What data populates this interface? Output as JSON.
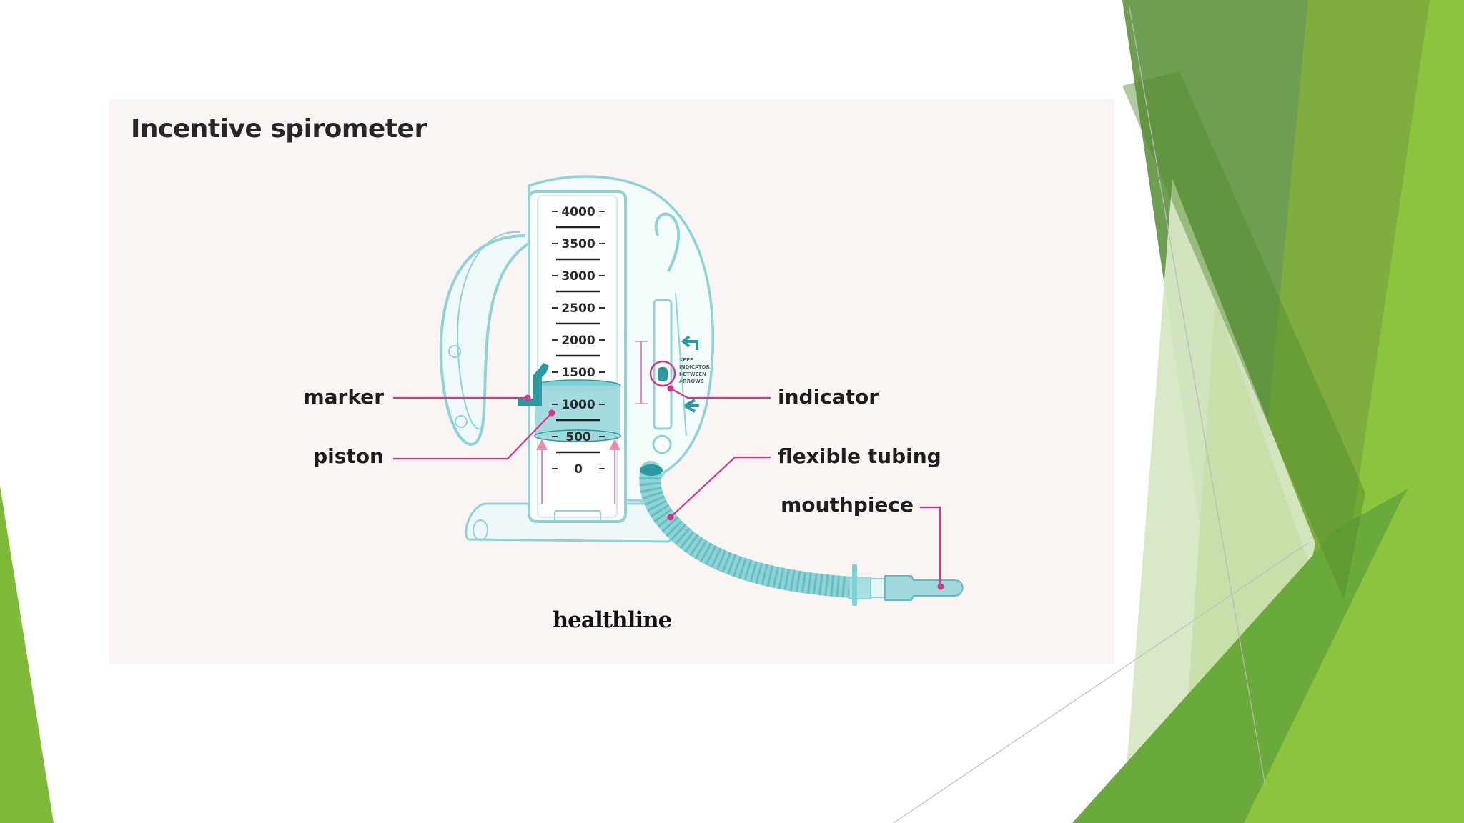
{
  "slide": {
    "title": "Incentive spirometer",
    "brand": "healthline"
  },
  "scale": {
    "labels": [
      "4000",
      "3500",
      "3000",
      "2500",
      "2000",
      "1500",
      "1000",
      "500",
      "0"
    ]
  },
  "callouts": {
    "marker": "marker",
    "piston": "piston",
    "indicator": "indicator",
    "flexible_tubing": "flexible tubing",
    "mouthpiece": "mouthpiece"
  },
  "indicator_note": [
    "KEEP",
    "INDICATOR",
    "BETWEEN",
    "ARROWS"
  ],
  "colors": {
    "device_outline": "#8fd3d6",
    "piston_fill": "#9fd9dc",
    "accent_teal": "#2a9aa0",
    "callout_line": "#d6338a",
    "arrow_pink": "#e98bb7",
    "green_dark": "#5a9a2e",
    "green_light": "#8cc43d"
  }
}
